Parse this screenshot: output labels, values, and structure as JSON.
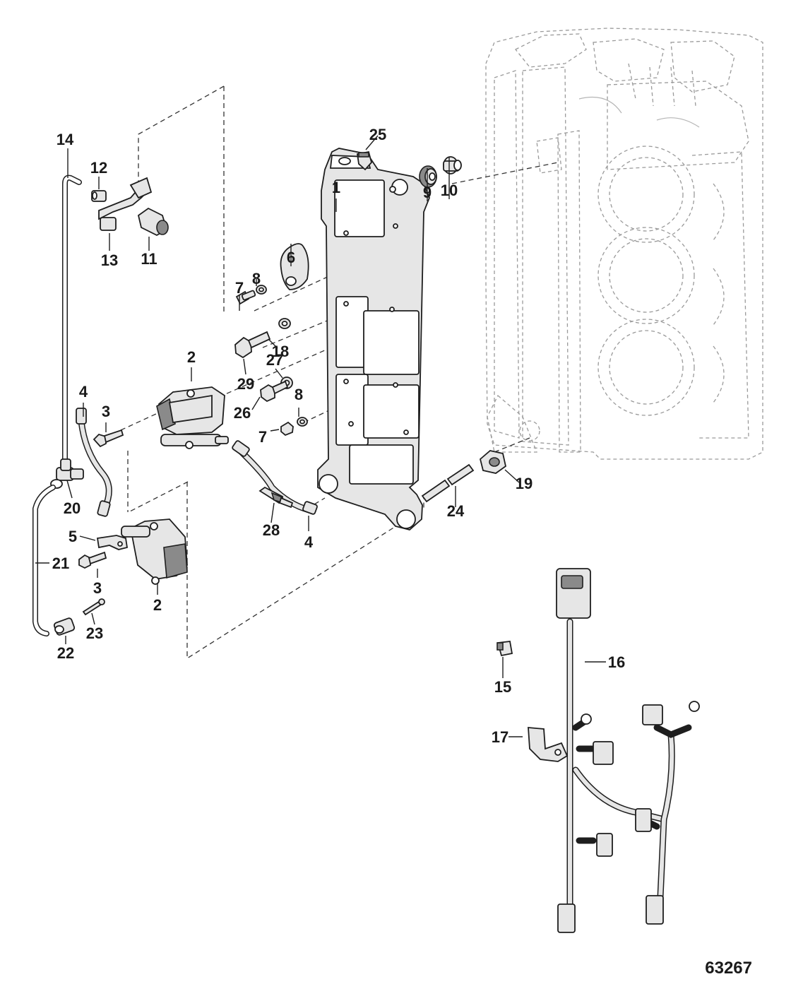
{
  "diagram": {
    "figure_number": "63267",
    "callouts": [
      {
        "id": "c1",
        "label": "1"
      },
      {
        "id": "c2a",
        "label": "2"
      },
      {
        "id": "c2b",
        "label": "2"
      },
      {
        "id": "c3a",
        "label": "3"
      },
      {
        "id": "c3b",
        "label": "3"
      },
      {
        "id": "c4a",
        "label": "4"
      },
      {
        "id": "c4b",
        "label": "4"
      },
      {
        "id": "c5",
        "label": "5"
      },
      {
        "id": "c6",
        "label": "6"
      },
      {
        "id": "c7a",
        "label": "7"
      },
      {
        "id": "c7b",
        "label": "7"
      },
      {
        "id": "c8a",
        "label": "8"
      },
      {
        "id": "c8b",
        "label": "8"
      },
      {
        "id": "c9",
        "label": "9"
      },
      {
        "id": "c10",
        "label": "10"
      },
      {
        "id": "c11",
        "label": "11"
      },
      {
        "id": "c12",
        "label": "12"
      },
      {
        "id": "c13",
        "label": "13"
      },
      {
        "id": "c14",
        "label": "14"
      },
      {
        "id": "c15",
        "label": "15"
      },
      {
        "id": "c16",
        "label": "16"
      },
      {
        "id": "c17",
        "label": "17"
      },
      {
        "id": "c18",
        "label": "18"
      },
      {
        "id": "c19",
        "label": "19"
      },
      {
        "id": "c20",
        "label": "20"
      },
      {
        "id": "c21",
        "label": "21"
      },
      {
        "id": "c22",
        "label": "22"
      },
      {
        "id": "c23",
        "label": "23"
      },
      {
        "id": "c24",
        "label": "24"
      },
      {
        "id": "c25",
        "label": "25"
      },
      {
        "id": "c26",
        "label": "26"
      },
      {
        "id": "c27",
        "label": "27"
      },
      {
        "id": "c28",
        "label": "28"
      },
      {
        "id": "c29",
        "label": "29"
      }
    ]
  }
}
